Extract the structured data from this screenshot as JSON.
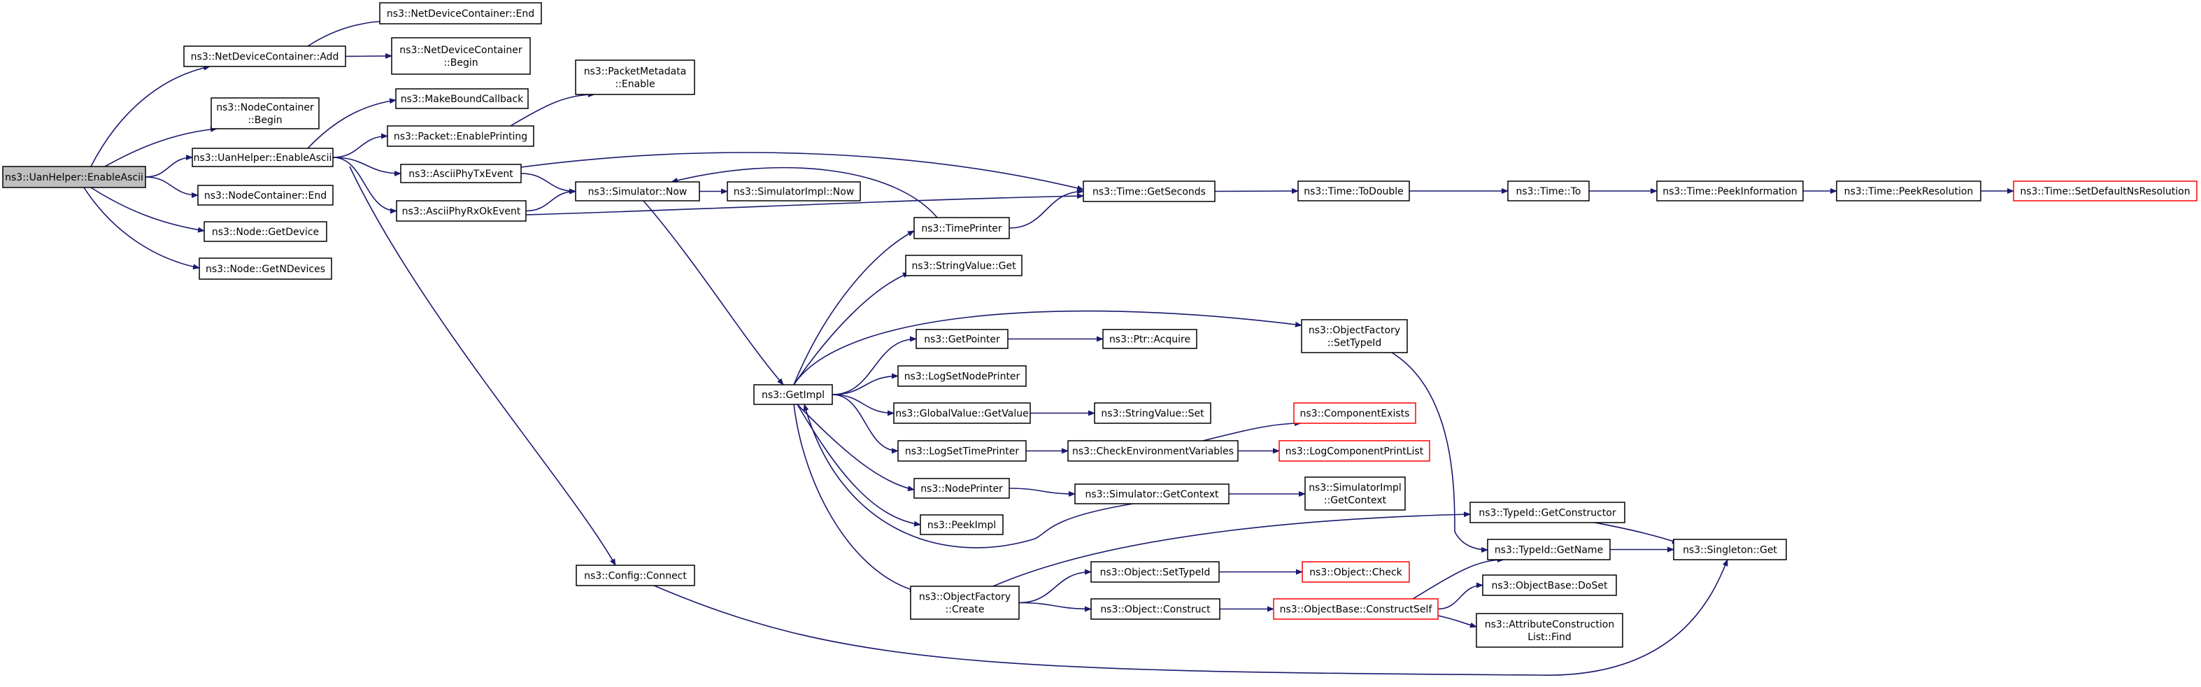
{
  "graph": {
    "edge_color": "#191970",
    "root_fill": "#bfbfbf",
    "truncated_border_color": "#ff0000",
    "nodes": [
      {
        "id": "enableAsciiMain",
        "label": [
          "ns3::UanHelper::EnableAscii"
        ],
        "root": true
      },
      {
        "id": "ndcAdd",
        "label": [
          "ns3::NetDeviceContainer::Add"
        ]
      },
      {
        "id": "ndcEnd",
        "label": [
          "ns3::NetDeviceContainer::End"
        ]
      },
      {
        "id": "ndcBegin",
        "label": [
          "ns3::NetDeviceContainer",
          "::Begin"
        ]
      },
      {
        "id": "ncBegin",
        "label": [
          "ns3::NodeContainer",
          "::Begin"
        ]
      },
      {
        "id": "enableAscii2",
        "label": [
          "ns3::UanHelper::EnableAscii"
        ]
      },
      {
        "id": "ncEnd",
        "label": [
          "ns3::NodeContainer::End"
        ]
      },
      {
        "id": "nodeGetDevice",
        "label": [
          "ns3::Node::GetDevice"
        ]
      },
      {
        "id": "nodeGetNDevices",
        "label": [
          "ns3::Node::GetNDevices"
        ]
      },
      {
        "id": "makeBoundCallback",
        "label": [
          "ns3::MakeBoundCallback"
        ]
      },
      {
        "id": "packetEnablePrinting",
        "label": [
          "ns3::Packet::EnablePrinting"
        ]
      },
      {
        "id": "packetMetadataEnable",
        "label": [
          "ns3::PacketMetadata",
          "::Enable"
        ]
      },
      {
        "id": "asciiPhyTx",
        "label": [
          "ns3::AsciiPhyTxEvent"
        ]
      },
      {
        "id": "asciiPhyRx",
        "label": [
          "ns3::AsciiPhyRxOkEvent"
        ]
      },
      {
        "id": "configConnect",
        "label": [
          "ns3::Config::Connect"
        ]
      },
      {
        "id": "simNow",
        "label": [
          "ns3::Simulator::Now"
        ]
      },
      {
        "id": "simImplNow",
        "label": [
          "ns3::SimulatorImpl::Now"
        ]
      },
      {
        "id": "timeGetSeconds",
        "label": [
          "ns3::Time::GetSeconds"
        ]
      },
      {
        "id": "timeToDouble",
        "label": [
          "ns3::Time::ToDouble"
        ]
      },
      {
        "id": "timeTo",
        "label": [
          "ns3::Time::To"
        ]
      },
      {
        "id": "timePeekInfo",
        "label": [
          "ns3::Time::PeekInformation"
        ]
      },
      {
        "id": "timePeekRes",
        "label": [
          "ns3::Time::PeekResolution"
        ]
      },
      {
        "id": "timeSetDefaultNsRes",
        "label": [
          "ns3::Time::SetDefaultNsResolution"
        ],
        "truncated": true
      },
      {
        "id": "timePrinter",
        "label": [
          "ns3::TimePrinter"
        ]
      },
      {
        "id": "stringValueGet",
        "label": [
          "ns3::StringValue::Get"
        ]
      },
      {
        "id": "getImpl",
        "label": [
          "ns3::GetImpl"
        ]
      },
      {
        "id": "objFactorySetTypeId",
        "label": [
          "ns3::ObjectFactory",
          "::SetTypeId"
        ]
      },
      {
        "id": "getPointer",
        "label": [
          "ns3::GetPointer"
        ]
      },
      {
        "id": "ptrAcquire",
        "label": [
          "ns3::Ptr::Acquire"
        ]
      },
      {
        "id": "logSetNodePrinter",
        "label": [
          "ns3::LogSetNodePrinter"
        ]
      },
      {
        "id": "globalValueGetValue",
        "label": [
          "ns3::GlobalValue::GetValue"
        ]
      },
      {
        "id": "stringValueSet",
        "label": [
          "ns3::StringValue::Set"
        ]
      },
      {
        "id": "componentExists",
        "label": [
          "ns3::ComponentExists"
        ],
        "truncated": true
      },
      {
        "id": "logSetTimePrinter",
        "label": [
          "ns3::LogSetTimePrinter"
        ]
      },
      {
        "id": "checkEnvVars",
        "label": [
          "ns3::CheckEnvironmentVariables"
        ]
      },
      {
        "id": "logComponentPrintList",
        "label": [
          "ns3::LogComponentPrintList"
        ],
        "truncated": true
      },
      {
        "id": "nodePrinter",
        "label": [
          "ns3::NodePrinter"
        ]
      },
      {
        "id": "simGetContext",
        "label": [
          "ns3::Simulator::GetContext"
        ]
      },
      {
        "id": "simImplGetContext",
        "label": [
          "ns3::SimulatorImpl",
          "::GetContext"
        ]
      },
      {
        "id": "peekImpl",
        "label": [
          "ns3::PeekImpl"
        ]
      },
      {
        "id": "typeIdGetConstructor",
        "label": [
          "ns3::TypeId::GetConstructor"
        ]
      },
      {
        "id": "typeIdGetName",
        "label": [
          "ns3::TypeId::GetName"
        ]
      },
      {
        "id": "singletonGet",
        "label": [
          "ns3::Singleton::Get"
        ]
      },
      {
        "id": "objectSetTypeId",
        "label": [
          "ns3::Object::SetTypeId"
        ]
      },
      {
        "id": "objectCheck",
        "label": [
          "ns3::Object::Check"
        ],
        "truncated": true
      },
      {
        "id": "objBaseDoSet",
        "label": [
          "ns3::ObjectBase::DoSet"
        ]
      },
      {
        "id": "objFactoryCreate",
        "label": [
          "ns3::ObjectFactory",
          "::Create"
        ]
      },
      {
        "id": "objectConstruct",
        "label": [
          "ns3::Object::Construct"
        ]
      },
      {
        "id": "objBaseConstructSelf",
        "label": [
          "ns3::ObjectBase::ConstructSelf"
        ],
        "truncated": true
      },
      {
        "id": "attrConstrListFind",
        "label": [
          "ns3::AttributeConstruction",
          "List::Find"
        ]
      }
    ],
    "edges": [
      [
        "enableAsciiMain",
        "ndcAdd"
      ],
      [
        "ndcAdd",
        "ndcEnd"
      ],
      [
        "ndcAdd",
        "ndcBegin"
      ],
      [
        "enableAsciiMain",
        "ncBegin"
      ],
      [
        "enableAsciiMain",
        "enableAscii2"
      ],
      [
        "enableAsciiMain",
        "ncEnd"
      ],
      [
        "enableAsciiMain",
        "nodeGetDevice"
      ],
      [
        "enableAsciiMain",
        "nodeGetNDevices"
      ],
      [
        "enableAscii2",
        "makeBoundCallback"
      ],
      [
        "enableAscii2",
        "packetEnablePrinting"
      ],
      [
        "packetEnablePrinting",
        "packetMetadataEnable"
      ],
      [
        "enableAscii2",
        "asciiPhyTx"
      ],
      [
        "enableAscii2",
        "asciiPhyRx"
      ],
      [
        "enableAscii2",
        "configConnect"
      ],
      [
        "asciiPhyTx",
        "simNow"
      ],
      [
        "asciiPhyTx",
        "timeGetSeconds"
      ],
      [
        "asciiPhyRx",
        "simNow"
      ],
      [
        "asciiPhyRx",
        "timeGetSeconds"
      ],
      [
        "simNow",
        "simImplNow"
      ],
      [
        "simNow",
        "getImpl"
      ],
      [
        "timeGetSeconds",
        "timeToDouble"
      ],
      [
        "timeToDouble",
        "timeTo"
      ],
      [
        "timeTo",
        "timePeekInfo"
      ],
      [
        "timePeekInfo",
        "timePeekRes"
      ],
      [
        "timePeekRes",
        "timeSetDefaultNsRes"
      ],
      [
        "timePrinter",
        "simNow"
      ],
      [
        "timePrinter",
        "timeGetSeconds"
      ],
      [
        "getImpl",
        "timePrinter"
      ],
      [
        "getImpl",
        "stringValueGet"
      ],
      [
        "getImpl",
        "objFactorySetTypeId"
      ],
      [
        "getImpl",
        "getPointer"
      ],
      [
        "getImpl",
        "logSetNodePrinter"
      ],
      [
        "getImpl",
        "globalValueGetValue"
      ],
      [
        "getImpl",
        "logSetTimePrinter"
      ],
      [
        "getImpl",
        "nodePrinter"
      ],
      [
        "getImpl",
        "peekImpl"
      ],
      [
        "getImpl",
        "objFactoryCreate"
      ],
      [
        "getPointer",
        "ptrAcquire"
      ],
      [
        "globalValueGetValue",
        "stringValueSet"
      ],
      [
        "logSetTimePrinter",
        "checkEnvVars"
      ],
      [
        "checkEnvVars",
        "componentExists"
      ],
      [
        "checkEnvVars",
        "logComponentPrintList"
      ],
      [
        "nodePrinter",
        "simGetContext"
      ],
      [
        "simGetContext",
        "simImplGetContext"
      ],
      [
        "simGetContext",
        "getImpl"
      ],
      [
        "objFactorySetTypeId",
        "typeIdGetName"
      ],
      [
        "typeIdGetConstructor",
        "singletonGet"
      ],
      [
        "typeIdGetName",
        "singletonGet"
      ],
      [
        "objFactoryCreate",
        "typeIdGetConstructor"
      ],
      [
        "objFactoryCreate",
        "objectSetTypeId"
      ],
      [
        "objFactoryCreate",
        "objectConstruct"
      ],
      [
        "objectSetTypeId",
        "objectCheck"
      ],
      [
        "objectConstruct",
        "objBaseConstructSelf"
      ],
      [
        "objBaseConstructSelf",
        "typeIdGetName"
      ],
      [
        "objBaseConstructSelf",
        "objBaseDoSet"
      ],
      [
        "objBaseConstructSelf",
        "attrConstrListFind"
      ],
      [
        "configConnect",
        "singletonGet"
      ]
    ]
  }
}
